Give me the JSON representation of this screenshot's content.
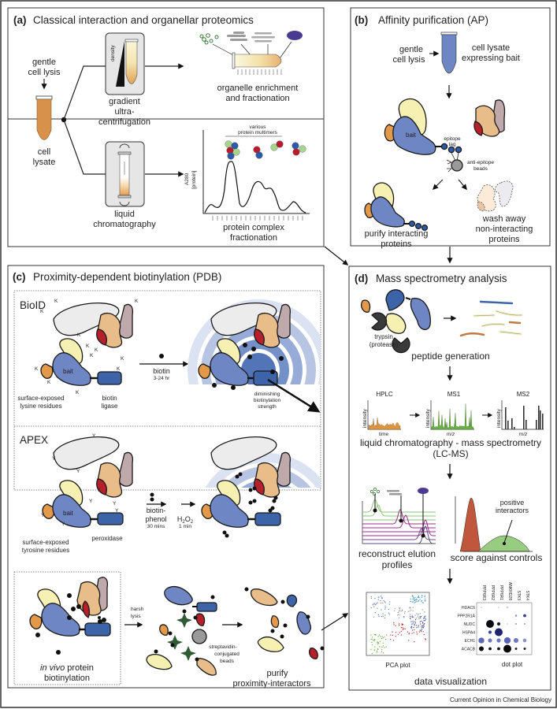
{
  "figure": {
    "credit": "Current Opinion in Chemical Biology",
    "colors": {
      "bait_blue": "#6f86c4",
      "ligase_blue": "#3d63a8",
      "yellow": "#f6f1b2",
      "orange": "#e2994a",
      "tan": "#e8bd8a",
      "mauve": "#bfa9ab",
      "red": "#b5202a",
      "grey_protein": "#ececec",
      "ring_light": "#d4dcee",
      "ring_dark": "#6e88c2",
      "biotin": "#111111",
      "streptavidin": "#2e5a34",
      "lysate": "#d8914a"
    }
  },
  "panel_a": {
    "letter": "(a)",
    "title": "Classical interaction and organellar proteomics",
    "gentle_lysis": [
      "gentle",
      "cell lysis"
    ],
    "cell_lysate": [
      "cell",
      "lysate"
    ],
    "density_label": "density",
    "gradient": [
      "gradient",
      "ultra-",
      "centrifugation"
    ],
    "organelle": [
      "organelle enrichment",
      "and fractionation"
    ],
    "lc": [
      "liquid",
      "chromatography"
    ],
    "multimers": [
      "various",
      "protein multimers"
    ],
    "yaxis": [
      "A280",
      "[protein]"
    ],
    "complex": [
      "protein complex",
      "fractionation"
    ]
  },
  "panel_b": {
    "letter": "(b)",
    "title": "Affinity purification (AP)",
    "gentle_lysis": [
      "gentle",
      "cell lysis"
    ],
    "lysate": [
      "cell lysate",
      "expressing bait"
    ],
    "bait": "bait",
    "epitope": [
      "epitope",
      "tag"
    ],
    "beads": [
      "anti-epitope",
      "beads"
    ],
    "purify": [
      "purify interacting",
      "proteins"
    ],
    "wash": [
      "wash away",
      "non-interacting",
      "proteins"
    ]
  },
  "panel_c": {
    "letter": "(c)",
    "title": "Proximity-dependent biotinylation (PDB)",
    "bioid": {
      "label": "BioID",
      "residue": "K",
      "bait": "bait",
      "surface": [
        "surface-exposed",
        "lysine residues"
      ],
      "ligase": [
        "biotin",
        "ligase"
      ],
      "reagent": "biotin",
      "time": "3-24 hr",
      "diminishing": [
        "diminishing",
        "biotinylation",
        "strength"
      ]
    },
    "apex": {
      "label": "APEX",
      "residue": "Y",
      "bait": "bait",
      "surface": [
        "surface-exposed",
        "tyrosine residues"
      ],
      "enzyme": "peroxidase",
      "reagent1": [
        "biotin-",
        "phenol"
      ],
      "time1": "30 mins",
      "reagent2": "H2O2",
      "time2": "1 min"
    },
    "invivo": [
      "in vivo",
      " protein",
      "biotinylation"
    ],
    "harsh": [
      "harsh",
      "lysis"
    ],
    "strep": [
      "streptavidin-",
      "conjugated",
      "beads"
    ],
    "purify": [
      "purify",
      "proximity-interactors"
    ]
  },
  "panel_d": {
    "letter": "(d)",
    "title": "Mass spectrometry analysis",
    "trypsin": [
      "trypsin",
      "(protease)"
    ],
    "peptide": "peptide generation",
    "hplc": "HPLC",
    "ms1": "MS1",
    "ms2": "MS2",
    "intensity": "intensity",
    "time": "time",
    "mz": "m/z",
    "lcms": [
      "liquid chromatography - mass spectrometry",
      "(LC-MS)"
    ],
    "positive": [
      "positive",
      "interactors"
    ],
    "elution": [
      "reconstruct elution",
      "profiles"
    ],
    "score": "score against controls",
    "pca": "PCA plot",
    "dotplot_label": "dot plot",
    "dataviz": "data visualization",
    "dot_cols": [
      "PPP6R3",
      "PPP6R2",
      "PPP6R1",
      "ANKRD28",
      "STK3",
      "STK4"
    ],
    "dot_rows": [
      "HDAC6",
      "PPP2R1A",
      "NUDC",
      "HSPA4",
      "ECH1",
      "ACACB"
    ],
    "dot_values": [
      [
        0.1,
        0,
        0.1,
        0.15,
        0,
        0
      ],
      [
        0,
        0,
        0,
        0,
        0.15,
        0.3
      ],
      [
        0,
        1.0,
        0.35,
        0.05,
        0.1,
        0.1
      ],
      [
        0,
        0.35,
        1.0,
        0,
        0,
        0
      ],
      [
        0.7,
        0.45,
        0.45,
        0.8,
        0.55,
        0.4
      ],
      [
        0.55,
        0.3,
        0.3,
        1.0,
        0.2,
        0.2
      ]
    ],
    "dot_shades": [
      [
        "#d8d8e8",
        "#fff",
        "#d8d8e8",
        "#c8c8e0",
        "#fff",
        "#fff"
      ],
      [
        "#fff",
        "#fff",
        "#fff",
        "#fff",
        "#8890c8",
        "#3a4490"
      ],
      [
        "#fff",
        "#0c0c14",
        "#1a1a2a",
        "#c0c0d0",
        "#a0a0b8",
        "#a0a0b8"
      ],
      [
        "#fff",
        "#3c44a0",
        "#1e2470",
        "#fff",
        "#fff",
        "#fff"
      ],
      [
        "#5c68b8",
        "#6c78c0",
        "#6c78c0",
        "#5864b4",
        "#6c78c0",
        "#8c94cc"
      ],
      [
        "#111",
        "#111",
        "#111",
        "#0a0a0a",
        "#222",
        "#222"
      ]
    ]
  }
}
